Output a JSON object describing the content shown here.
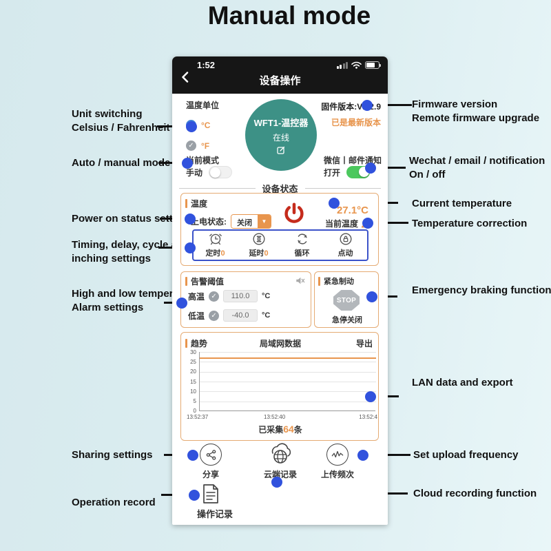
{
  "page_title": "Manual mode",
  "phone": {
    "status_bar": {
      "time": "1:52"
    },
    "nav_title": "设备操作",
    "unit": {
      "label": "温度单位",
      "celsius": "°C",
      "fahrenheit": "°F"
    },
    "device": {
      "name": "WFT1-温控器",
      "status": "在线"
    },
    "firmware": {
      "version": "固件版本:V1.2.9",
      "latest": "已是最新版本"
    },
    "mode": {
      "label": "当前模式",
      "value": "手动"
    },
    "notify": {
      "label": "微信丨邮件通知",
      "value": "打开"
    },
    "section_divider": "设备状态",
    "temp_box": {
      "title": "温度",
      "power_status_label": "上电状态:",
      "power_status_value": "关闭",
      "current_temp": "27.1°C",
      "current_temp_label": "当前温度",
      "timers": [
        {
          "label": "定时",
          "value": "0"
        },
        {
          "label": "延时",
          "value": "0"
        },
        {
          "label": "循环",
          "value": ""
        },
        {
          "label": "点动",
          "value": ""
        }
      ]
    },
    "alarm_box": {
      "title": "告警阈值",
      "high": {
        "label": "高温",
        "value": "110.0",
        "unit": "°C"
      },
      "low": {
        "label": "低温",
        "value": "-40.0",
        "unit": "°C"
      }
    },
    "brake_box": {
      "title": "紧急制动",
      "stop": "STOP",
      "status": "急停关闭"
    },
    "chart_box": {
      "title": "趋势",
      "subtitle": "局域网数据",
      "export": "导出",
      "collected_prefix": "已采集",
      "collected_count": "64",
      "collected_suffix": "条"
    },
    "actions": {
      "share": "分享",
      "cloud": "云端记录",
      "frequency": "上传频次",
      "record": "操作记录"
    }
  },
  "chart_data": {
    "type": "line",
    "title": "局域网数据",
    "x_ticks": [
      "13:52:37",
      "13:52:40",
      "13:52:4"
    ],
    "y_ticks": [
      0,
      5,
      10,
      15,
      20,
      25,
      30
    ],
    "ylim": [
      0,
      30
    ],
    "series": [
      {
        "name": "当前温度",
        "values": [
          27.1,
          27.1,
          27.1,
          27.1,
          27.1,
          27.1,
          27.1
        ]
      }
    ],
    "line_color": "#e8954d",
    "grid": true,
    "legend": "none",
    "collected_points": 64
  },
  "annotations": {
    "left": [
      {
        "line1": "Unit switching",
        "line2": "Celsius / Fahrenheit"
      },
      {
        "line1": "Auto / manual mode",
        "line2": ""
      },
      {
        "line1": "Power on status setting",
        "line2": ""
      },
      {
        "line1": "Timing, delay, cycle and",
        "line2": "inching settings"
      },
      {
        "line1": "High and low temperature",
        "line2": "Alarm settings"
      },
      {
        "line1": "Sharing settings",
        "line2": ""
      },
      {
        "line1": "Operation record",
        "line2": ""
      }
    ],
    "right": [
      {
        "line1": "Firmware version",
        "line2": "Remote firmware upgrade"
      },
      {
        "line1": "Wechat / email / notification",
        "line2": "On / off"
      },
      {
        "line1": "Current temperature",
        "line2": ""
      },
      {
        "line1": "Temperature correction",
        "line2": ""
      },
      {
        "line1": "Emergency braking function",
        "line2": ""
      },
      {
        "line1": "LAN data and export",
        "line2": ""
      },
      {
        "line1": "Set upload frequency",
        "line2": ""
      },
      {
        "line1": "Cloud recording function",
        "line2": ""
      }
    ]
  },
  "colors": {
    "accent_orange": "#e8954d",
    "annotation_dot_blue": "#3152dd",
    "device_teal": "#3d9186",
    "power_red": "#c52b1c",
    "toggle_green": "#4cc85e",
    "box_border_orange": "#e5aa72",
    "timer_border_blue": "#3b52c9",
    "background": "#dceef1"
  }
}
